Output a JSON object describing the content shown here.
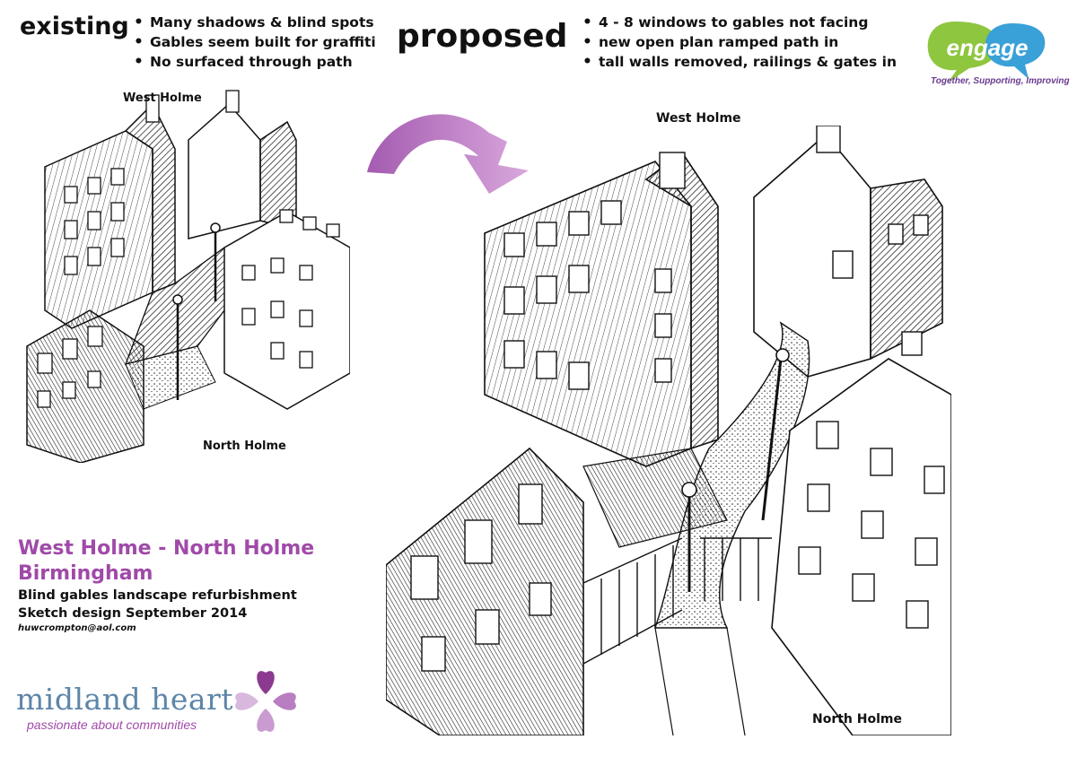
{
  "existing": {
    "heading": "existing",
    "notes": [
      "Many shadows & blind spots",
      "Gables seem built for graffiti",
      "No surfaced through path"
    ],
    "labels": {
      "west": "West Holme",
      "north": "North Holme"
    }
  },
  "proposed": {
    "heading": "proposed",
    "notes": [
      "4 - 8 windows to gables not facing",
      "new open plan ramped path in",
      "tall walls removed, railings & gates in"
    ],
    "labels": {
      "west": "West Holme",
      "north": "North Holme"
    }
  },
  "title_block": {
    "place_line1": "West Holme - North Holme",
    "place_line2": "Birmingham",
    "subtitle1": "Blind gables landscape refurbishment",
    "subtitle2": "Sketch design September 2014",
    "email": "huwcrompton@aol.com"
  },
  "logos": {
    "engage_word": "engage",
    "engage_tagline": "Together, Supporting, Improving",
    "midland_name": "midland heart",
    "midland_tagline": "passionate about communities"
  },
  "colors": {
    "accent_purple": "#a04aa8",
    "arrow_light": "#d9a8dc",
    "arrow_dark": "#a45bb0",
    "engage_green": "#8ec63f",
    "engage_blue": "#3aa0d8",
    "midland_blue": "#5e86a8"
  }
}
